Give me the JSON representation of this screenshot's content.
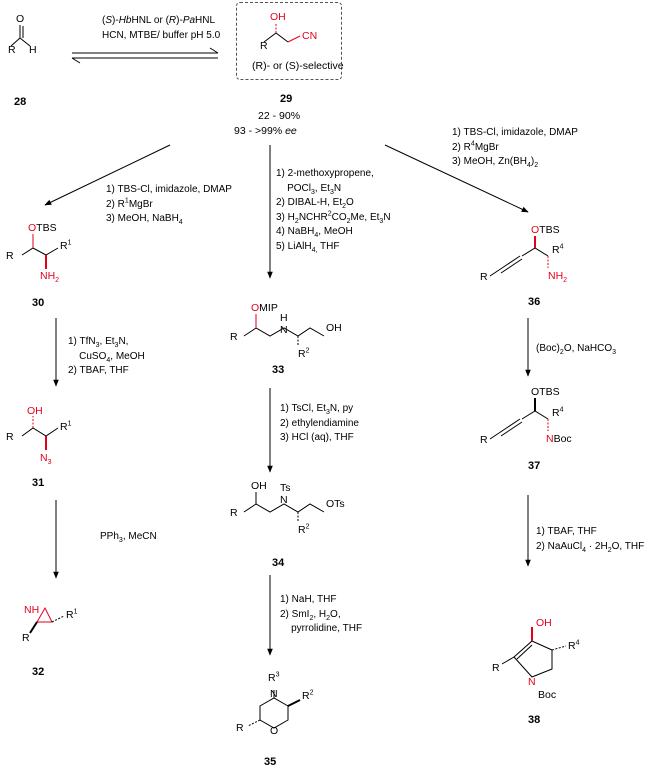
{
  "compounds": {
    "c28": "28",
    "c29": "29",
    "c30": "30",
    "c31": "31",
    "c32": "32",
    "c33": "33",
    "c34": "34",
    "c35": "35",
    "c36": "36",
    "c37": "37",
    "c38": "38"
  },
  "yield_info": {
    "yield": "22 - 90%",
    "ee": "93 - >99% ee"
  },
  "box_caption": "(R)- or (S)-selective",
  "reagents": {
    "step_28_29_line1": "(S)-HbHNL or (R)-PaHNL",
    "step_28_29_line2": "HCN, MTBE/ buffer pH 5.0",
    "step_29_30": [
      "1) TBS-Cl, imidazole, DMAP",
      "2) R1MgBr",
      "3) MeOH, NaBH4"
    ],
    "step_29_33": [
      "1) 2-methoxypropene,",
      "POCl3, Et3N",
      "2) DIBAL-H, Et2O",
      "3) H2NCHR2CO2Me, Et3N",
      "4) NaBH4, MeOH",
      "5) LiAlH4, THF"
    ],
    "step_29_36": [
      "1) TBS-Cl, imidazole, DMAP",
      "2) R4MgBr",
      "3) MeOH, Zn(BH4)2"
    ],
    "step_30_31": [
      "1) TfN3, Et3N,",
      "CuSO4, MeOH",
      "2) TBAF, THF"
    ],
    "step_31_32": "PPh3, MeCN",
    "step_33_34": [
      "1) TsCl, Et3N, py",
      "2) ethylendiamine",
      "3) HCl (aq), THF"
    ],
    "step_34_35": [
      "1) NaH, THF",
      "2) SmI2, H2O,",
      "pyrrolidine, THF"
    ],
    "step_36_37": "(Boc)2O, NaHCO3",
    "step_37_38": [
      "1) TBAF, THF",
      "2) NaAuCl4 · 2H2O, THF"
    ]
  },
  "atom_labels": {
    "R": "R",
    "H": "H",
    "O": "O",
    "OH": "OH",
    "CN": "CN",
    "OTBS": "OTBS",
    "NH2": "NH2",
    "N3": "N3",
    "NH": "NH",
    "N": "N",
    "OMIP": "OMIP",
    "Ts": "Ts",
    "OTs": "OTs",
    "NBoc": "NBoc",
    "Boc": "Boc",
    "R1": "R1",
    "R2": "R2",
    "R3": "R3",
    "R4": "R4"
  },
  "colors": {
    "highlight": "#e3001b",
    "bond": "#000000",
    "box_border": "#555555"
  }
}
